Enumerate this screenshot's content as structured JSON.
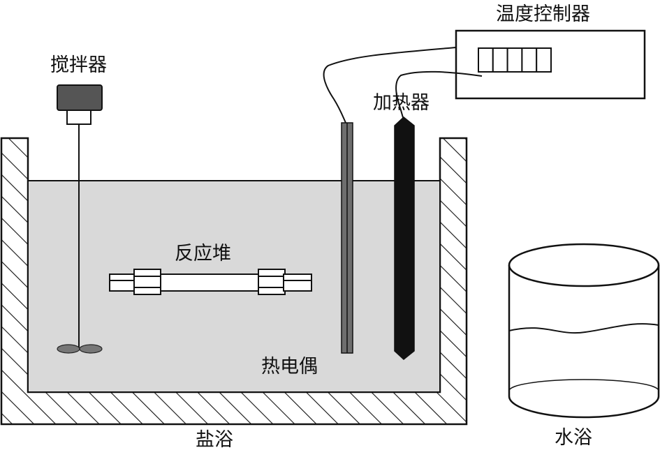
{
  "labels": {
    "stirrer": "搅拌器",
    "temp_controller": "温度控制器",
    "heater": "加热器",
    "reactor": "反应堆",
    "thermocouple": "热电偶",
    "salt_bath": "盐浴",
    "water_bath": "水浴"
  },
  "colors": {
    "liquid": "#d9d9d9",
    "outline": "#111111",
    "stirrer_motor": "#555555",
    "thermocouple": "#6e6e6e",
    "heater": "#111111",
    "background": "#ffffff"
  },
  "controller_display": {
    "cells": 5
  }
}
